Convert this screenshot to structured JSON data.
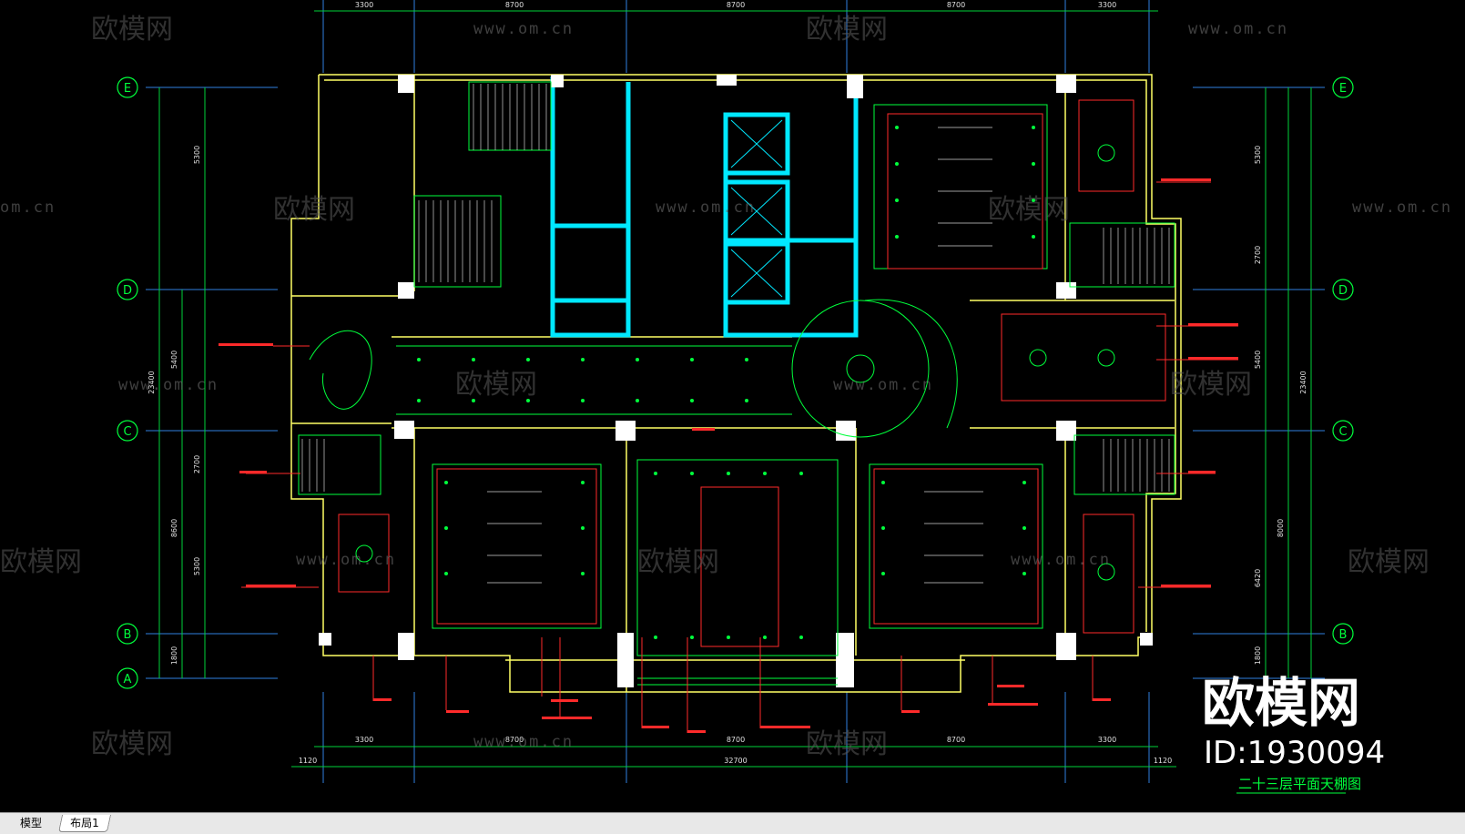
{
  "drawing": {
    "title": "二十三层平面天棚图",
    "grid_labels": [
      "E",
      "D",
      "C",
      "B",
      "A"
    ],
    "top_dims": [
      "3300",
      "8700",
      "8700",
      "8700",
      "3300"
    ],
    "bottom_dims": [
      "3300",
      "8700",
      "8700",
      "8700",
      "3300"
    ],
    "total_dim": "32700",
    "edge_dim": "1120",
    "left_dims": [
      "5300",
      "5400",
      "2700",
      "5300",
      "1800",
      "8600",
      "23400"
    ],
    "right_dims": [
      "5300",
      "2700",
      "5400",
      "8000",
      "6420",
      "1800",
      "23400"
    ]
  },
  "watermark": {
    "brand": "欧模网",
    "url": "www.om.cn",
    "url_short": "om.cn",
    "id_text": "ID:1930094"
  },
  "tabs": {
    "model": "模型",
    "layout": "布局1"
  },
  "colors": {
    "background": "#000000",
    "wall": "#ffff66",
    "column": "#00ffff",
    "green": "#00ff3c",
    "red": "#ff2a2a",
    "grid": "#3a9dff"
  }
}
